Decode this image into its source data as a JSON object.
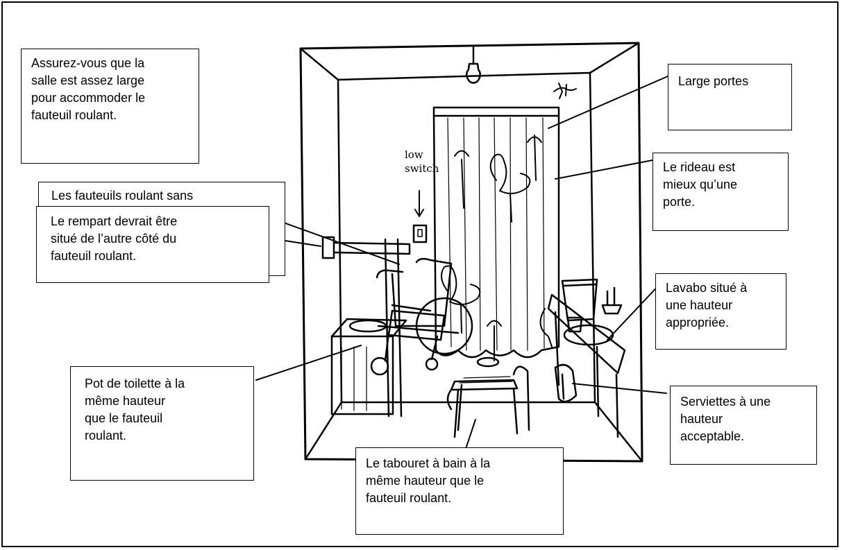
{
  "illustration": {
    "switch_label": "low\nswitch"
  },
  "callouts": {
    "large_room": "Assurez-vous que la\nsalle est assez large\npour accommoder le\nfauteuil roulant.",
    "wide_doors": "Large portes",
    "curtain": "Le rideau est\nmieux qu’une\nporte.",
    "armless_wheelchair": "Les fauteuils roulant sans\nbarres de coude facilitent\nmieux le transfert que\nceux qui en ont.",
    "grab_bar": "Le rempart devrait être\nsitué de l’autre côté du\nfauteuil roulant.",
    "toilet_height": "Pot de toilette à la\nmême hauteur\nque le fauteuil\nroulant.",
    "sink_height": "Lavabo situé à\nune hauteur\nappropriée.",
    "towels": "Serviettes à une\nhauteur\nacceptable.",
    "bath_stool": "Le tabouret à bain à la\nmême hauteur que le\nfauteuil roulant."
  }
}
